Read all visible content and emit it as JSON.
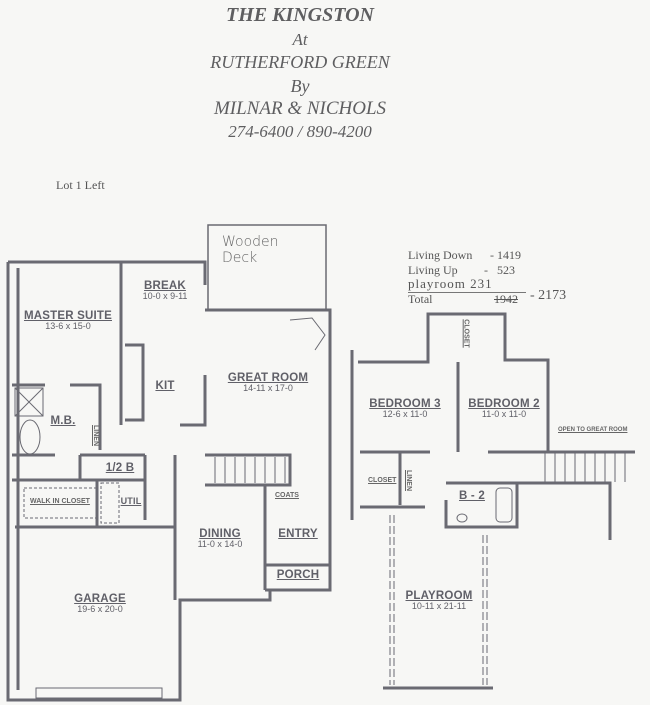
{
  "header": {
    "title": "THE KINGSTON",
    "at": "At",
    "community": "RUTHERFORD GREEN",
    "by": "By",
    "builder": "MILNAR & NICHOLS",
    "phones": "274-6400 / 890-4200"
  },
  "lot": "Lot 1 Left",
  "sqft": {
    "living_down_label": "Living Down",
    "living_down_value": "- 1419",
    "living_up_label": "Living Up",
    "living_up_value": "-   523",
    "playroom_handwritten": "playroom 231",
    "total_label": "Total",
    "total_struck": "1942",
    "total_handwritten": "- 2173"
  },
  "annotations": {
    "deck": "Wooden Deck"
  },
  "first_floor": {
    "rooms": [
      {
        "name": "MASTER SUITE",
        "dims": "13-6  x 15-0"
      },
      {
        "name": "BREAK",
        "dims": "10-0  x 9-11"
      },
      {
        "name": "KIT",
        "dims": ""
      },
      {
        "name": "GREAT ROOM",
        "dims": "14-11 x 17-0"
      },
      {
        "name": "M.B.",
        "dims": ""
      },
      {
        "name": "1/2 B",
        "dims": ""
      },
      {
        "name": "UTIL",
        "dims": ""
      },
      {
        "name": "DINING",
        "dims": "11-0  x 14-0"
      },
      {
        "name": "ENTRY",
        "dims": ""
      },
      {
        "name": "PORCH",
        "dims": ""
      },
      {
        "name": "GARAGE",
        "dims": "19-6  x 20-0"
      }
    ],
    "small_labels": {
      "walk_in_closet": "WALK IN CLOSET",
      "linen": "LINEN",
      "coats": "COATS"
    }
  },
  "second_floor": {
    "rooms": [
      {
        "name": "BEDROOM 3",
        "dims": "12-6  x 11-0"
      },
      {
        "name": "BEDROOM 2",
        "dims": "11-0  x 11-0"
      },
      {
        "name": "B - 2",
        "dims": ""
      },
      {
        "name": "PLAYROOM",
        "dims": "10-11  x 21-11"
      }
    ],
    "small_labels": {
      "closet_top": "CLOSET",
      "closet": "CLOSET",
      "linen": "LINEN",
      "open_to_great_room": "OPEN TO GREAT ROOM"
    }
  }
}
